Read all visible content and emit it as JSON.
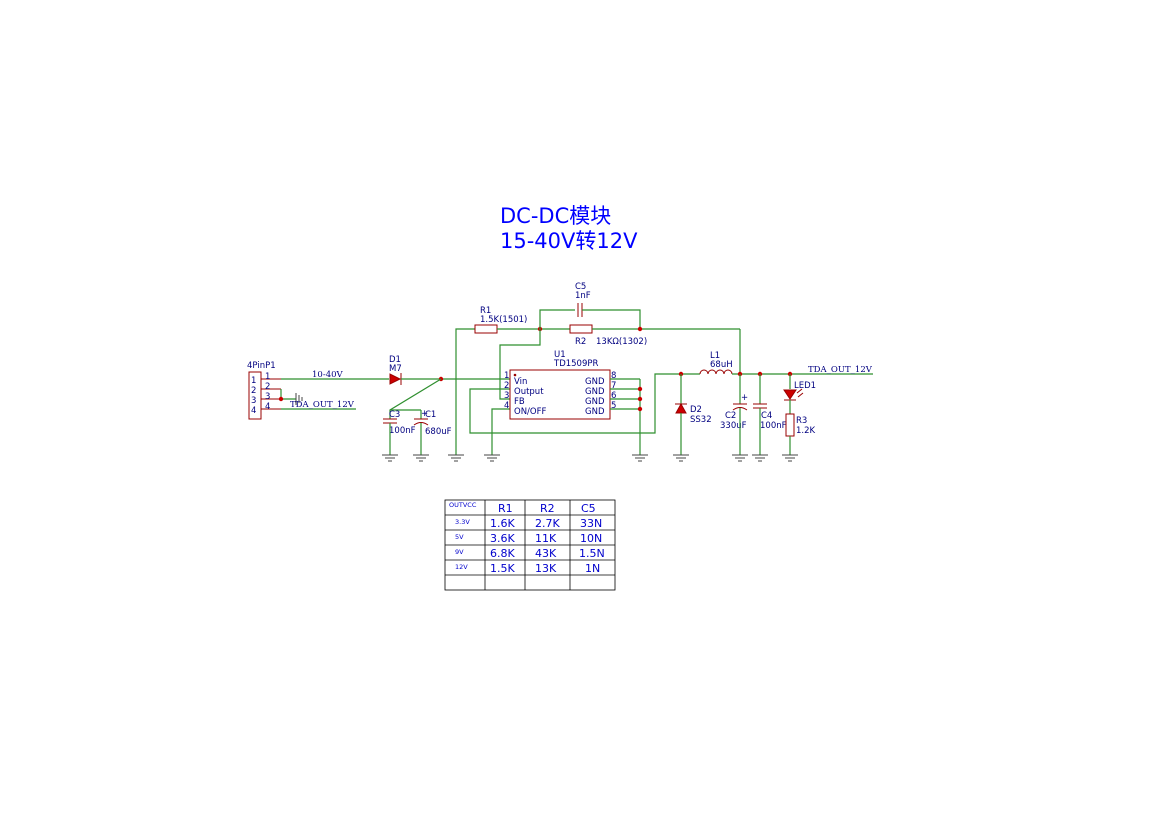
{
  "title": {
    "line1": "DC-DC模块",
    "line2": "15-40V转12V"
  },
  "components": {
    "connector": {
      "ref": "4PinP1",
      "pins": [
        "1",
        "2",
        "3",
        "4"
      ]
    },
    "d1": {
      "ref": "D1",
      "value": "M7"
    },
    "c3": {
      "ref": "C3",
      "value": "100nF"
    },
    "c1": {
      "ref": "C1",
      "value": "680uF"
    },
    "r1": {
      "ref": "R1",
      "value": "1.5K(1501)"
    },
    "r2": {
      "ref": "R2",
      "value": "13KΩ(1302)"
    },
    "c5": {
      "ref": "C5",
      "value": "1nF"
    },
    "u1": {
      "ref": "U1",
      "value": "TD1509PR",
      "left_pins": [
        {
          "num": "1",
          "name": "Vin"
        },
        {
          "num": "2",
          "name": "Output"
        },
        {
          "num": "3",
          "name": "FB"
        },
        {
          "num": "4",
          "name": "ON/OFF"
        }
      ],
      "right_pins": [
        {
          "num": "8",
          "name": "GND"
        },
        {
          "num": "7",
          "name": "GND"
        },
        {
          "num": "6",
          "name": "GND"
        },
        {
          "num": "5",
          "name": "GND"
        }
      ]
    },
    "l1": {
      "ref": "L1",
      "value": "68uH"
    },
    "d2": {
      "ref": "D2",
      "value": "SS32"
    },
    "c2": {
      "ref": "C2",
      "value": "330uF"
    },
    "c4": {
      "ref": "C4",
      "value": "100nF"
    },
    "led1": {
      "ref": "LED1"
    },
    "r3": {
      "ref": "R3",
      "value": "1.2K"
    }
  },
  "nets": {
    "input": "10-40V",
    "output": "TDA_OUT_12V",
    "connector_out": "TDA_OUT_12V"
  },
  "table": {
    "headers": [
      "OUTVCC",
      "R1",
      "R2",
      "C5"
    ],
    "rows": [
      [
        "3.3V",
        "1.6K",
        "2.7K",
        "33N"
      ],
      [
        "5V",
        "3.6K",
        "11K",
        "10N"
      ],
      [
        "9V",
        "6.8K",
        "43K",
        "1.5N"
      ],
      [
        "12V",
        "1.5K",
        "13K",
        "1N"
      ],
      [
        "",
        "",
        "",
        ""
      ]
    ]
  }
}
